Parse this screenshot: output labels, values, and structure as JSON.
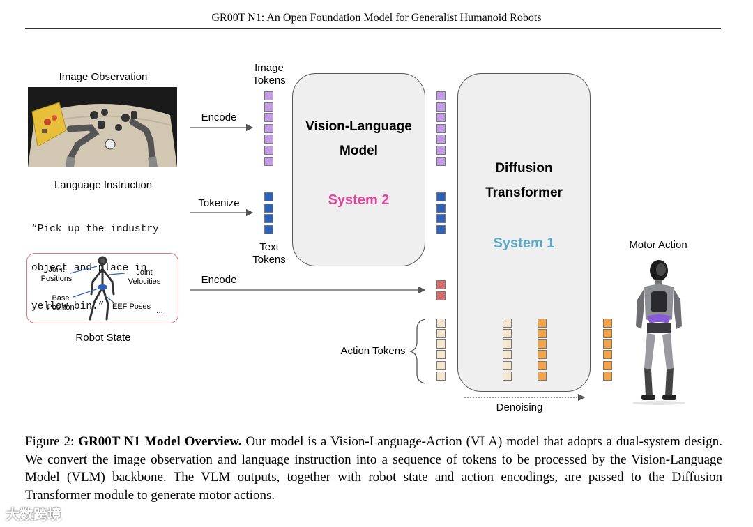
{
  "header": {
    "title": "GR00T N1: An Open Foundation Model for Generalist Humanoid Robots"
  },
  "inputs": {
    "image_observation": "Image Observation",
    "language_instruction": "Language Instruction",
    "instruction_lines": [
      "“Pick up the industry",
      "object and place in",
      "yellow bin.”"
    ],
    "robot_state": "Robot State",
    "robot_state_labels": {
      "joint_positions": [
        "Joint",
        "Positions"
      ],
      "joint_velocities": [
        "Joint",
        "Velocities"
      ],
      "base_position": [
        "Base",
        "Position"
      ],
      "eef_poses": "EEF Poses",
      "ellipsis": "..."
    }
  },
  "arrows": {
    "encode_image": "Encode",
    "tokenize": "Tokenize",
    "encode_state": "Encode"
  },
  "tokens": {
    "image_tokens": [
      "Image",
      "Tokens"
    ],
    "text_tokens": [
      "Text",
      "Tokens"
    ],
    "action_tokens": "Action Tokens"
  },
  "vlm": {
    "title_line1": "Vision-Language",
    "title_line2": "Model",
    "system": "System 2"
  },
  "dit": {
    "title_line1": "Diffusion",
    "title_line2": "Transformer",
    "system": "System 1"
  },
  "denoising": "Denoising",
  "motor_action": "Motor Action",
  "caption": {
    "prefix": "Figure 2: ",
    "bold": "GR00T N1 Model Overview.",
    "body": " Our model is a Vision-Language-Action (VLA) model that adopts a dual-system design. We convert the image observation and language instruction into a sequence of tokens to be processed by the Vision-Language Model (VLM) backbone. The VLM outputs, together with robot state and action encodings, are passed to the Diffusion Transformer module to generate motor actions."
  },
  "watermark": "大数跨境",
  "colors": {
    "image_token": "#c39be6",
    "text_token": "#2e62b8",
    "state_token": "#d96c6c",
    "action_token_light": "#f7e6cf",
    "action_token_orange": "#f2a34a",
    "system2": "#e0449a",
    "system1": "#5ba9c8",
    "robot_state_border": "#d97b7b"
  }
}
